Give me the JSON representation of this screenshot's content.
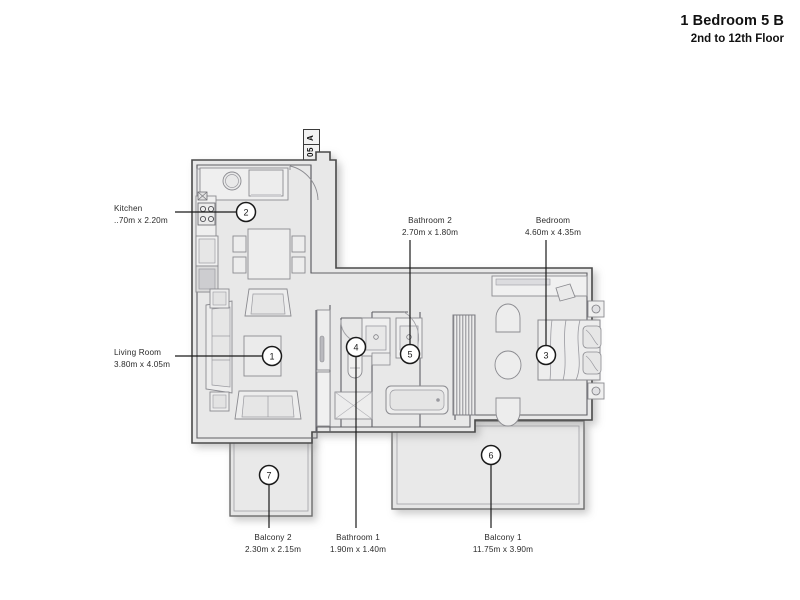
{
  "header": {
    "title": "1 Bedroom 5 B",
    "subtitle": "2nd to 12th Floor"
  },
  "unit_tag": {
    "letter": "A",
    "number": "05"
  },
  "rooms": [
    {
      "marker": "1",
      "name": "Living Room",
      "dimensions": "3.80m x 4.05m"
    },
    {
      "marker": "2",
      "name": "Kitchen",
      "dimensions": "..70m x 2.20m"
    },
    {
      "marker": "3",
      "name": "Bedroom",
      "dimensions": "4.60m x 4.35m"
    },
    {
      "marker": "4",
      "name": "Bathroom 1",
      "dimensions": "1.90m x 1.40m"
    },
    {
      "marker": "5",
      "name": "Bathroom 2",
      "dimensions": "2.70m x 1.80m"
    },
    {
      "marker": "6",
      "name": "Balcony 1",
      "dimensions": "11.75m x 3.90m"
    },
    {
      "marker": "7",
      "name": "Balcony 2",
      "dimensions": "2.30m x 2.15m"
    }
  ],
  "markers": {
    "m1": "1",
    "m2": "2",
    "m3": "3",
    "m4": "4",
    "m5": "5",
    "m6": "6",
    "m7": "7"
  },
  "colors": {
    "page_background": "#ffffff",
    "floor_fill": "#e8e8e8",
    "wall_stroke": "#4a4a4a",
    "furniture_stroke": "#9a9aa0",
    "balcony_fill": "#e6e6e6",
    "text": "#2b2b2b",
    "marker_ring": "#1a1a1a"
  }
}
